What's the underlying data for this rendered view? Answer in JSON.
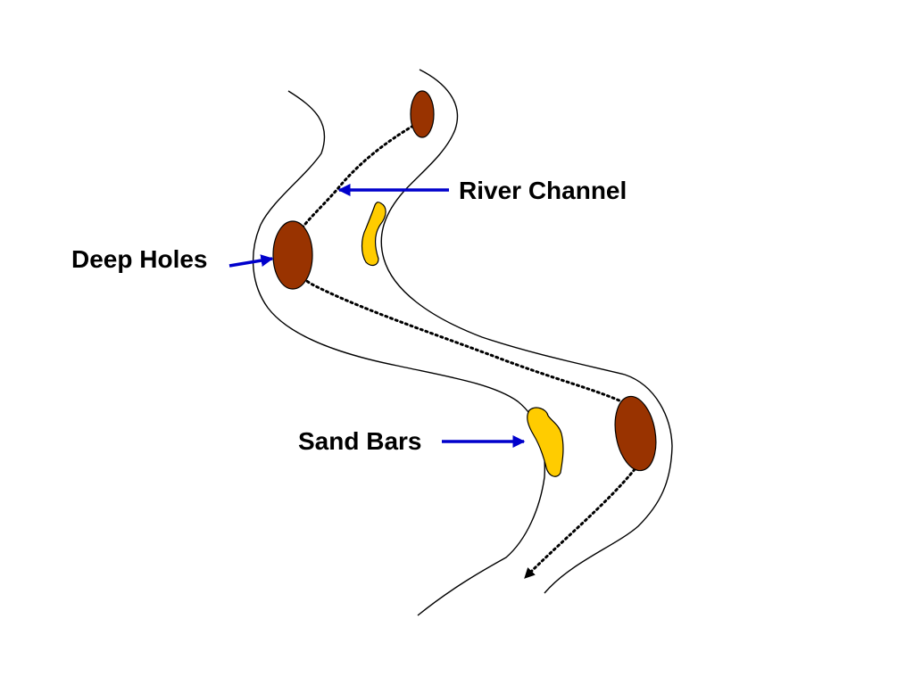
{
  "labels": {
    "river_channel": "River Channel",
    "deep_holes": "Deep Holes",
    "sand_bars": "Sand Bars"
  },
  "colors": {
    "deep_hole_fill": "#993300",
    "sand_bar_fill": "#FFCC00",
    "pointer_arrow": "#0000CC",
    "bank_line": "#000000",
    "flow_path": "#000000"
  }
}
